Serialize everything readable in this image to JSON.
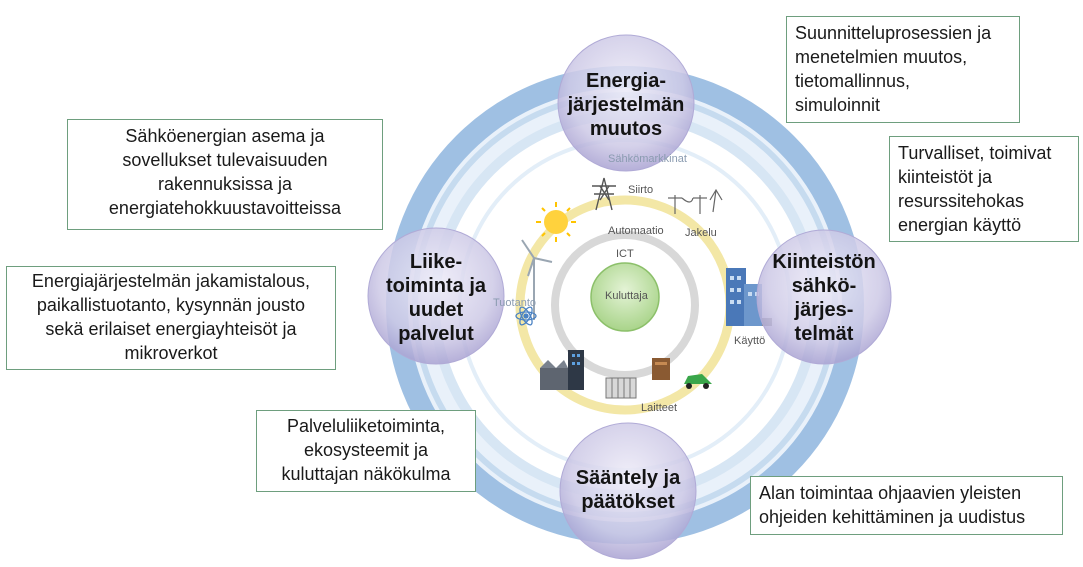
{
  "bubbles": {
    "top": [
      "Energia-",
      "järjestelmän",
      "muutos"
    ],
    "left": [
      "Liike-",
      "toiminta ja",
      "uudet",
      "palvelut"
    ],
    "right": [
      "Kiinteistön",
      "sähkö-",
      "järjes-",
      "telmät"
    ],
    "bottom": [
      "Sääntely ja",
      "päätökset"
    ]
  },
  "notes": {
    "top_left": [
      "Sähköenergian asema ja",
      "sovellukset tulevaisuuden",
      "rakennuksissa ja",
      "energiatehokkuustavoitteissa"
    ],
    "top_right": [
      "Suunnitteluprosessien ja",
      "menetelmien muutos,",
      "tietomallinnus,",
      "simuloinnit"
    ],
    "middle_left": [
      "Energiajärjestelmän jakamistalous,",
      "paikallistuotanto, kysynnän jousto",
      "sekä erilaiset energiayhteisöt ja",
      "mikroverkot"
    ],
    "middle_right": [
      "Turvalliset, toimivat",
      "kiinteistöt ja",
      "resurssitehokas",
      "energian käyttö"
    ],
    "bottom_left": [
      "Palveluliiketoiminta,",
      "ekosysteemit ja",
      "kuluttajan näkökulma"
    ],
    "bottom_right": [
      "Alan toimintaa ohjaavien yleisten",
      "ohjeiden kehittäminen ja uudistus"
    ]
  },
  "rings": {
    "market": "Sähkömarkkinat",
    "transmission": "Siirto",
    "distribution": "Jakelu",
    "automation": "Automaatio",
    "production": "Tuotanto",
    "usage": "Käyttö",
    "devices": "Laitteet",
    "ict": "ICT",
    "consumer": "Kuluttaja"
  },
  "colors": {
    "outer_ring": "#8fb4dd",
    "middle_ring": "#d9e7f5",
    "automation_ring": "#f3e7a6",
    "ict_ring": "#dcdcdc",
    "consumer_core": "#c8e6b0",
    "bubble_fill": "#c7c3e2",
    "note_border": "#6e9e7e"
  },
  "icons": [
    "sun-icon",
    "wind-turbine-icon",
    "power-pylon-icon",
    "power-lines-icon",
    "atom-icon",
    "factory-icon",
    "battery-icon",
    "electric-car-icon",
    "building-icon",
    "transformer-icon"
  ]
}
